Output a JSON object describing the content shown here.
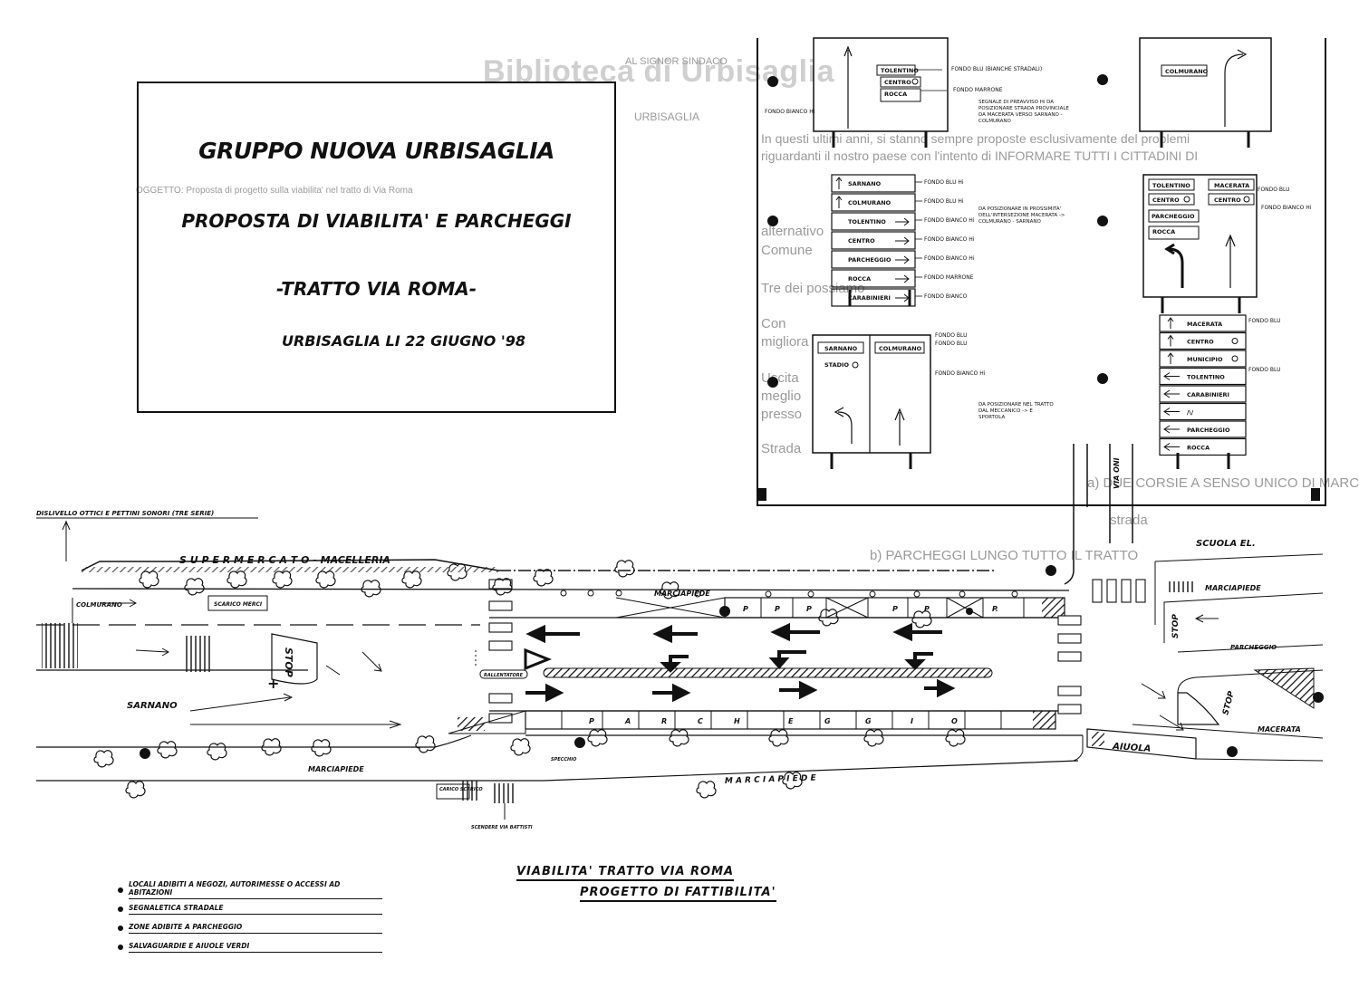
{
  "watermark": "Biblioteca di Urbisaglia",
  "title_block": {
    "line1": "GRUPPO NUOVA URBISAGLIA",
    "line2": "PROPOSTA DI VIABILITA' E PARCHEGGI",
    "line3": "-TRATTO VIA ROMA-",
    "line4": "URBISAGLIA LI 22 GIUGNO '98"
  },
  "signs": {
    "sign_a": {
      "top_label": "TOLENTINO",
      "mid_label": "CENTRO",
      "bottom_label": "ROCCA",
      "note_blu": "FONDO BLU (BIANCHE STRADALI)",
      "note_marrone": "FONDO MARRONE",
      "note_bianco": "FONDO BIANCO Hi",
      "desc": "SEGNALE DI PREAVVISO Hi DA POSIZIONARE STRADA PROVINCIALE DA MACERATA VERSO SARNANO - COLMURANO"
    },
    "sign_b": {
      "label": "COLMURANO"
    },
    "sign_c": {
      "rows": [
        "SARNANO",
        "COLMURANO",
        "TOLENTINO",
        "CENTRO",
        "PARCHEGGIO",
        "ROCCA",
        "CARABINIERI"
      ],
      "notes": [
        "FONDO BLU Hi",
        "FONDO BLU Hi",
        "FONDO BIANCO Hi",
        "FONDO BIANCO Hi",
        "FONDO BIANCO Hi",
        "FONDO MARRONE",
        "FONDO BIANCO"
      ],
      "desc": "DA POSIZIONARE IN PROSSIMITA' DELL'INTERSEZIONE MACERATA -> COLMURANO - SARNANO"
    },
    "sign_d": {
      "left_top": "TOLENTINO",
      "right_top": "MACERATA",
      "left_mid": "CENTRO",
      "right_mid": "CENTRO",
      "parking": "PARCHEGGIO",
      "rocca": "ROCCA",
      "note_blu": "FONDO BLU",
      "note_bianco": "FONDO BIANCO Hi"
    },
    "sign_e": {
      "left": "SARNANO",
      "right": "COLMURANO",
      "sub": "STADIO",
      "note_blu1": "FONDO BLU",
      "note_blu2": "FONDO BLU",
      "note_bianco": "FONDO BIANCO Hi",
      "desc": "DA POSIZIONARE NEL TRATTO DAL MECCANICO -> E SPORTOLA"
    },
    "sign_f": {
      "rows": [
        "MACERATA",
        "CENTRO",
        "MUNICIPIO",
        "TOLENTINO",
        "CARABINIERI",
        "/\\/",
        "PARCHEGGIO",
        "ROCCA"
      ],
      "note_blu1": "FONDO BLU",
      "note_blu2": "FONDO BLU"
    }
  },
  "ghost_text": [
    "In questi ultimi anni, si stanno sempre proposte esclusivamente del problemi",
    "riguardanti il nostro paese con l'intento di INFORMARE TUTTI I CITTADINI DI",
    "alternativo",
    "Comune",
    "Tre dei    possiamo",
    "Con",
    "migliora",
    "Uscita",
    "meglio",
    "presso",
    "Strada",
    "a) DUE CORSIE A SENSO UNICO DI MARCIA",
    "strada",
    "b) PARCHEGGI LUNGO TUTTO IL TRATTO",
    "OGGETTO: Proposta di progetto sulla viabilita' nel tratto di Via Roma",
    "AL SIGNOR SINDACO",
    "URBISAGLIA"
  ],
  "map": {
    "top_left_label": "DISLIVELLO OTTICI E PETTINI SONORI (TRE SERIE)",
    "shops": "S U P E R M E R C A T O - MACELLERIA",
    "colmurano": "COLMURANO",
    "sarnano": "SARNANO",
    "loading": "SCARICO MERCI",
    "marciapiede_top": "MARCIAPIEDE",
    "marciapiede_left": "MARCIAPIEDE",
    "marciapiede_bottom": "M A R C I A P I E D E",
    "scuola": "SCUOLA EL.",
    "marciapiede_right": "MARCIAPIEDE",
    "parcheggio_right": "PARCHEGGIO",
    "macerata": "MACERATA",
    "aiuola": "AIUOLA",
    "stop": "STOP",
    "rallentatore": "RALLENTATORE",
    "specchio": "SPECCHIO",
    "carico_scarico": "CARICO SCARICO",
    "scendi": "SCENDERE VIA BATTISTI",
    "parking_letters": [
      "P",
      "A",
      "R",
      "C",
      "H",
      "E",
      "G",
      "G",
      "I",
      "O"
    ],
    "parking_top": [
      "P",
      "P",
      "P",
      "P",
      "P",
      "P."
    ],
    "side_road": "VIA ONI",
    "compass": "+"
  },
  "legend": {
    "items": [
      "LOCALI ADIBITI A NEGOZI, AUTORIMESSE O ACCESSI AD ABITAZIONI",
      "SEGNALETICA STRADALE",
      "ZONE ADIBITE A PARCHEGGIO",
      "SALVAGUARDIE E AIUOLE VERDI"
    ]
  },
  "footer": {
    "title": "VIABILITA' TRATTO VIA ROMA",
    "subtitle": "PROGETTO DI FATTIBILITA'"
  }
}
